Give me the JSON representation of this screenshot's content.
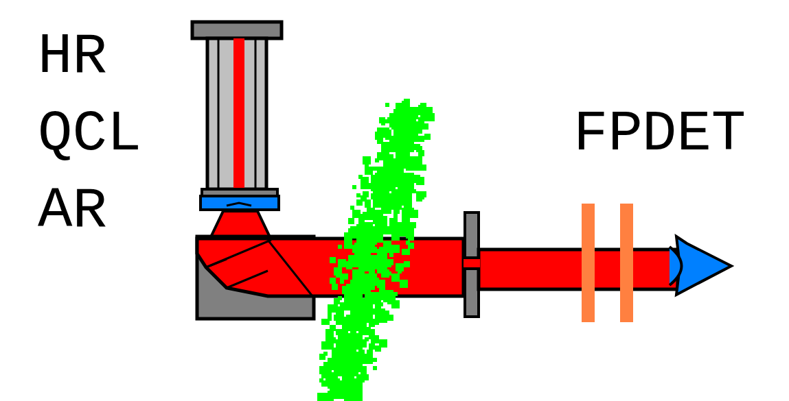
{
  "diagram": {
    "labels": [
      "HR",
      "QCL",
      "AR",
      "FP",
      "DET"
    ]
  }
}
